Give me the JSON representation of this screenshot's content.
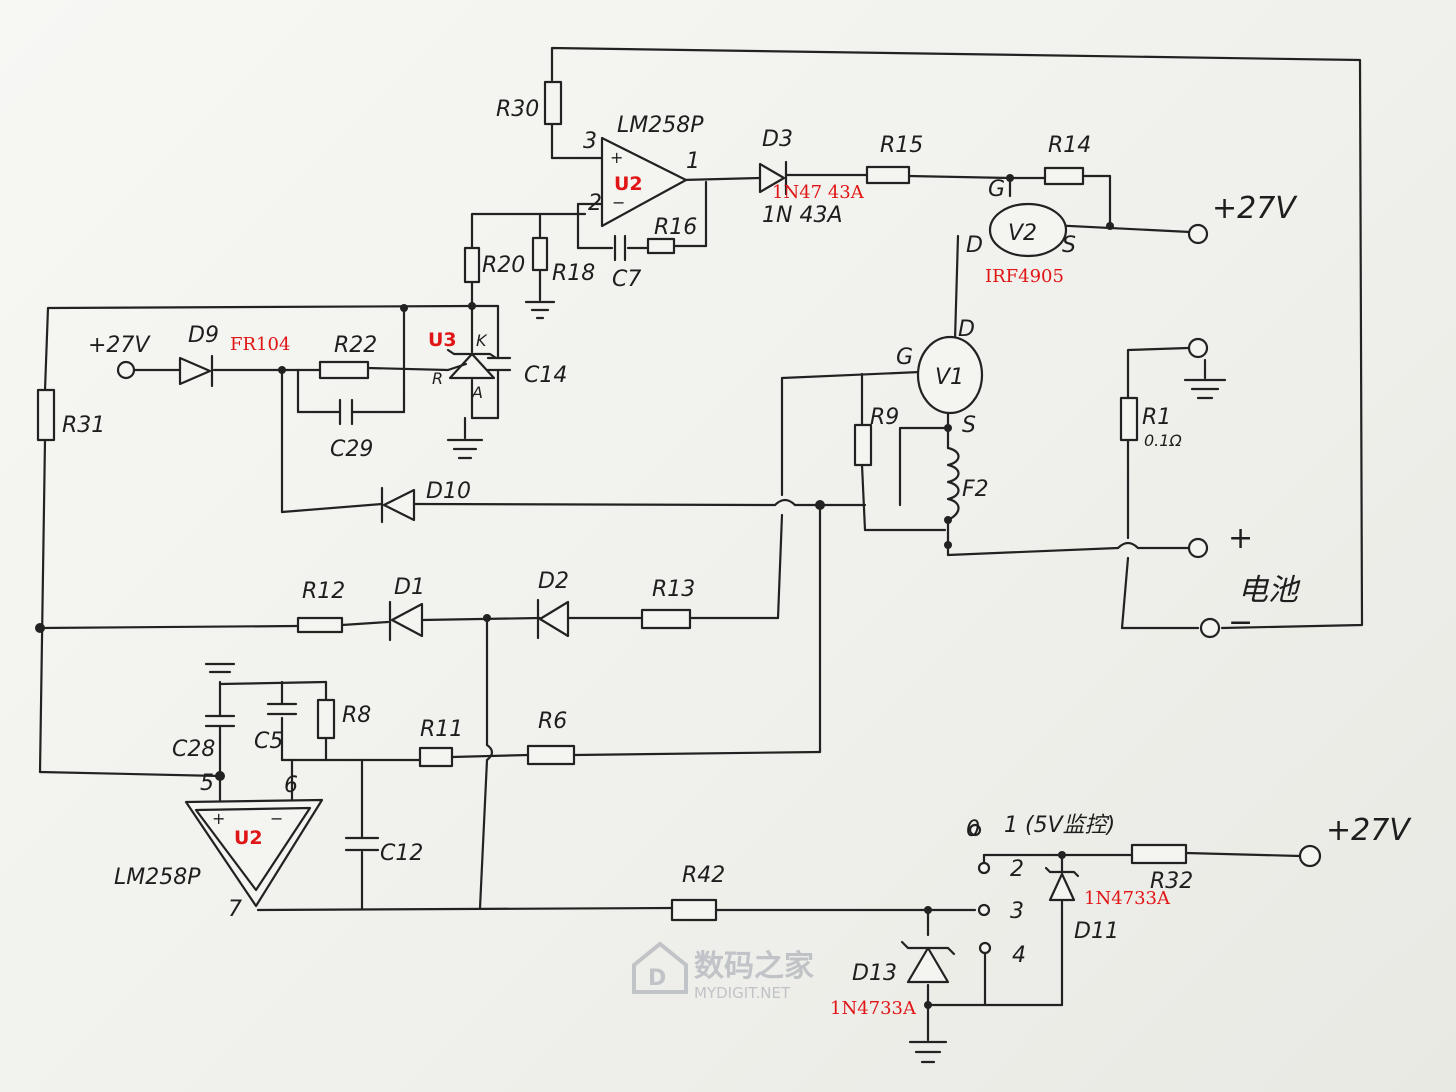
{
  "labels": {
    "R30": "R30",
    "LM258P_top": "LM258P",
    "pin3": "3",
    "pin1": "1",
    "pin2": "2",
    "U2_top": "U2",
    "D3": "D3",
    "D3_part": "1N47 43A",
    "D3_part2": "1N 43A",
    "R15": "R15",
    "R14": "R14",
    "G_v2": "G",
    "V2": "V2",
    "D_v2": "D",
    "S_v2": "S",
    "IRF4905": "IRF4905",
    "plus27_right": "+27V",
    "R16": "R16",
    "C7": "C7",
    "R20": "R20",
    "R18": "R18",
    "D9": "D9",
    "FR104": "FR104",
    "plus27_left": "+27V",
    "R22": "R22",
    "U3": "U3",
    "K": "K",
    "R_u3": "R",
    "A": "A",
    "C14": "C14",
    "C29": "C29",
    "R31": "R31",
    "D_v1": "D",
    "G_v1": "G",
    "V1": "V1",
    "S_v1": "S",
    "R9": "R9",
    "F2": "F2",
    "R1": "R1",
    "R1_val": "0.1Ω",
    "D10": "D10",
    "plus_batt": "+",
    "battery": "电池",
    "minus_batt": "−",
    "R12": "R12",
    "D1": "D1",
    "D2": "D2",
    "R13": "R13",
    "C28": "C28",
    "C5": "C5",
    "R8": "R8",
    "R11": "R11",
    "R6": "R6",
    "pin5": "5",
    "pin6": "6",
    "U2_bot": "U2",
    "C12": "C12",
    "LM258P_bot": "LM258P",
    "pin7": "7",
    "R42": "R42",
    "sw0": "0",
    "sw1": "1 (5V监控)",
    "sw2": "2",
    "sw3": "3",
    "sw4": "4",
    "R32": "R32",
    "plus27_bot": "+27V",
    "D11": "D11",
    "D11_part": "1N4733A",
    "D13": "D13",
    "D13_part": "1N4733A",
    "watermark_cn": "数码之家",
    "watermark_en": "MYDIGIT.NET"
  },
  "colors": {
    "ink": "#222222",
    "annotation_red": "#e01515",
    "paper": "#f4f4f1",
    "watermark": "#b9bcc1"
  },
  "icons": {
    "watermark_logo": "mydigit-house-logo-icon",
    "ground": "ground-symbol-icon"
  }
}
